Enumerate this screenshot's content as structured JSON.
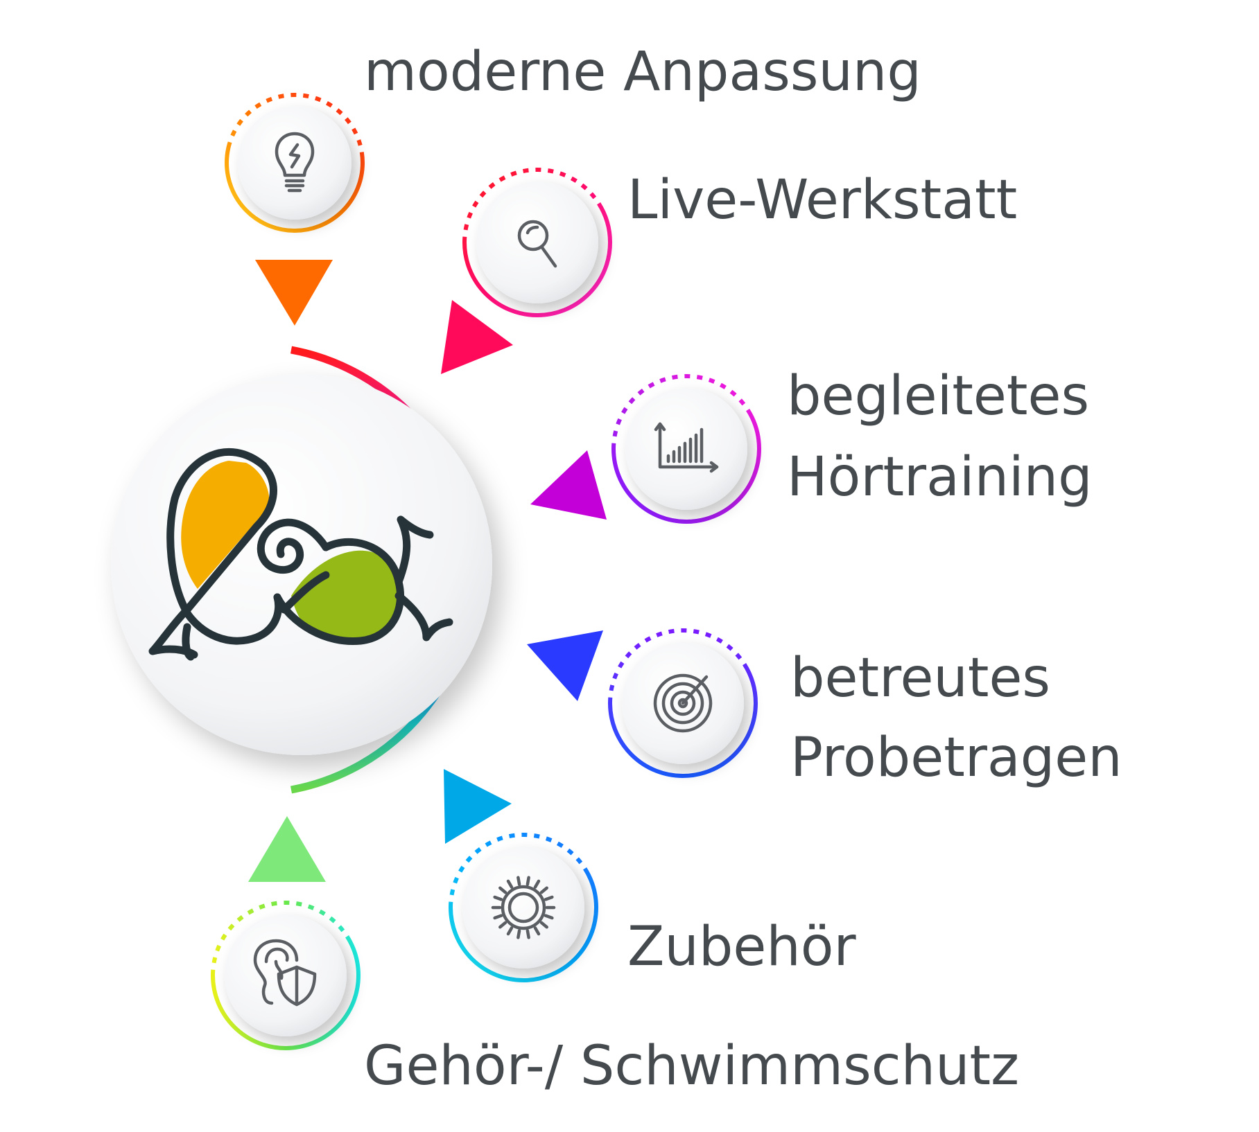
{
  "items": [
    {
      "id": "anpassung",
      "lines": [
        "moderne Anpassung"
      ],
      "icon": "lightbulb-icon",
      "colors": [
        "#ffd21a",
        "#ff7a00",
        "#ff1a1a"
      ],
      "arrow_color": "#ff6a00"
    },
    {
      "id": "werkstatt",
      "lines": [
        "Live-Werkstatt"
      ],
      "icon": "magnifier-icon",
      "colors": [
        "#ff1a1a",
        "#ff0a6e",
        "#ff2ad0"
      ],
      "arrow_color": "#ff0a5a"
    },
    {
      "id": "hoertraining",
      "lines": [
        "begleitetes",
        "Hörtraining"
      ],
      "icon": "bar-chart-icon",
      "colors": [
        "#ff18d8",
        "#b81ae6",
        "#7a1aff"
      ],
      "arrow_color": "#c400d8"
    },
    {
      "id": "probetragen",
      "lines": [
        "betreutes",
        "Probetragen"
      ],
      "icon": "target-icon",
      "colors": [
        "#7a1aff",
        "#4a3aff",
        "#1a5aff"
      ],
      "arrow_color": "#2a3aff"
    },
    {
      "id": "zubehoer",
      "lines": [
        "Zubehör"
      ],
      "icon": "gear-icon",
      "colors": [
        "#1a6aff",
        "#00a8ff",
        "#1ae0e0"
      ],
      "arrow_color": "#00a8e8"
    },
    {
      "id": "schutz",
      "lines": [
        "Gehör-/ Schwimmschutz"
      ],
      "icon": "ear-shield-icon",
      "colors": [
        "#1ae8e0",
        "#6ae84a",
        "#e8f01a"
      ],
      "arrow_color": "#7ee87a"
    }
  ],
  "center": {
    "icon": "snail-logo-icon",
    "arc_colors": [
      "#ff1a1a",
      "#ff18d8",
      "#7a1aff",
      "#1a5aff",
      "#1ad8d8",
      "#6ad84a"
    ],
    "logo_colors": {
      "outline": "#263338",
      "ear_fill": "#f5ae00",
      "shell_fill": "#95ba18"
    }
  }
}
